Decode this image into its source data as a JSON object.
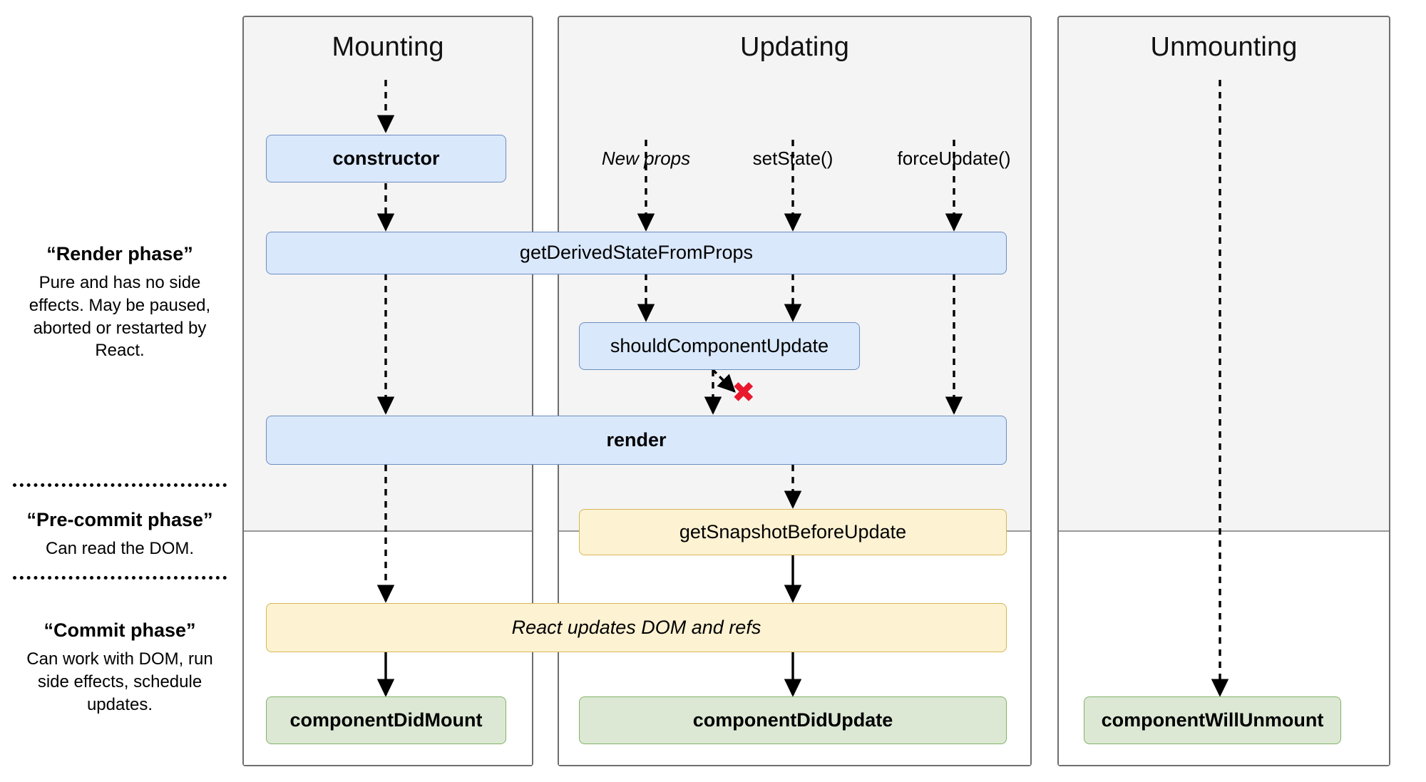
{
  "diagram": {
    "title": "React component lifecycle",
    "colors": {
      "panel_fill": "#f4f4f4",
      "panel_border": "#6e6e6e",
      "render_phase_box_fill": "#dae8fc",
      "render_phase_box_border": "#6c8ebf",
      "pre_commit_box_fill": "#fdf2d2",
      "pre_commit_box_border": "#d6b656",
      "commit_box_fill": "#dce8d4",
      "commit_box_border": "#82b366",
      "abort_marker": "#e8192c",
      "arrow": "#000000"
    }
  },
  "columns": [
    {
      "id": "mounting",
      "title": "Mounting"
    },
    {
      "id": "updating",
      "title": "Updating"
    },
    {
      "id": "unmounting",
      "title": "Unmounting"
    }
  ],
  "legend": [
    {
      "id": "render-phase",
      "title": "“Render phase”",
      "body": "Pure and has no side effects. May be paused, aborted or restarted by React."
    },
    {
      "id": "pre-commit-phase",
      "title": "“Pre-commit phase”",
      "body": "Can read the DOM."
    },
    {
      "id": "commit-phase",
      "title": "“Commit phase”",
      "body": "Can work with DOM, run side effects, schedule updates."
    }
  ],
  "triggers": [
    {
      "id": "new-props",
      "label": "New props",
      "style": "italic"
    },
    {
      "id": "set-state",
      "label": "setState()",
      "style": "normal"
    },
    {
      "id": "force-update",
      "label": "forceUpdate()",
      "style": "normal"
    }
  ],
  "nodes": [
    {
      "id": "constructor",
      "label": "constructor",
      "phase": "render",
      "column": "mounting",
      "emphasis": "bold"
    },
    {
      "id": "get-derived-state",
      "label": "getDerivedStateFromProps",
      "phase": "render",
      "column": "shared",
      "emphasis": "normal"
    },
    {
      "id": "should-component-update",
      "label": "shouldComponentUpdate",
      "phase": "render",
      "column": "updating",
      "emphasis": "normal"
    },
    {
      "id": "render",
      "label": "render",
      "phase": "render",
      "column": "shared",
      "emphasis": "bold"
    },
    {
      "id": "get-snapshot",
      "label": "getSnapshotBeforeUpdate",
      "phase": "pre-commit",
      "column": "updating",
      "emphasis": "normal"
    },
    {
      "id": "react-updates-dom",
      "label": "React updates DOM and refs",
      "phase": "commit",
      "column": "shared",
      "emphasis": "italic"
    },
    {
      "id": "component-did-mount",
      "label": "componentDidMount",
      "phase": "commit",
      "column": "mounting",
      "emphasis": "bold"
    },
    {
      "id": "component-did-update",
      "label": "componentDidUpdate",
      "phase": "commit",
      "column": "updating",
      "emphasis": "bold"
    },
    {
      "id": "component-will-unmount",
      "label": "componentWillUnmount",
      "phase": "commit",
      "column": "unmounting",
      "emphasis": "bold"
    }
  ],
  "markers": [
    {
      "id": "abort-update",
      "glyph": "✖",
      "meaning": "update aborted when shouldComponentUpdate returns false"
    }
  ]
}
